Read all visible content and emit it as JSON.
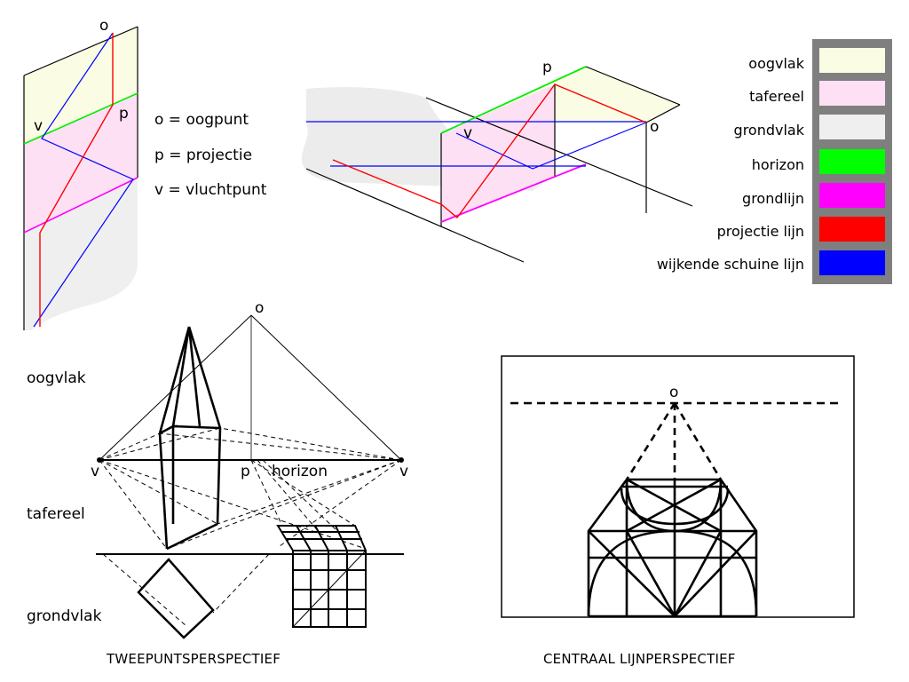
{
  "top_left_diagram": {
    "labels": {
      "o": "o",
      "p": "p",
      "v": "v"
    }
  },
  "definitions": [
    {
      "text": "o = oogpunt"
    },
    {
      "text": "p = projectie"
    },
    {
      "text": "v = vluchtpunt"
    }
  ],
  "top_middle_diagram": {
    "labels": {
      "p": "p",
      "v": "v",
      "o": "o"
    }
  },
  "legend": {
    "items": [
      {
        "label": "oogvlak",
        "color": "#fafde4"
      },
      {
        "label": "tafereel",
        "color": "#fde0f4"
      },
      {
        "label": "grondvlak",
        "color": "#efefef"
      },
      {
        "label": "horizon",
        "color": "#00ff00"
      },
      {
        "label": "grondlijn",
        "color": "#ff00ff"
      },
      {
        "label": "projectie lijn",
        "color": "#ff0000"
      },
      {
        "label": "wijkende schuine lijn",
        "color": "#0000ff"
      }
    ]
  },
  "two_point": {
    "o": "o",
    "v_left": "v",
    "p": "p",
    "horizon": "horizon",
    "v_right": "v",
    "plane_labels": {
      "oogvlak": "oogvlak",
      "tafereel": "tafereel",
      "grondvlak": "grondvlak"
    },
    "caption": "TWEEPUNTSPERSPECTIEF"
  },
  "central": {
    "o": "o",
    "caption": "CENTRAAL LIJNPERSPECTIEF"
  }
}
